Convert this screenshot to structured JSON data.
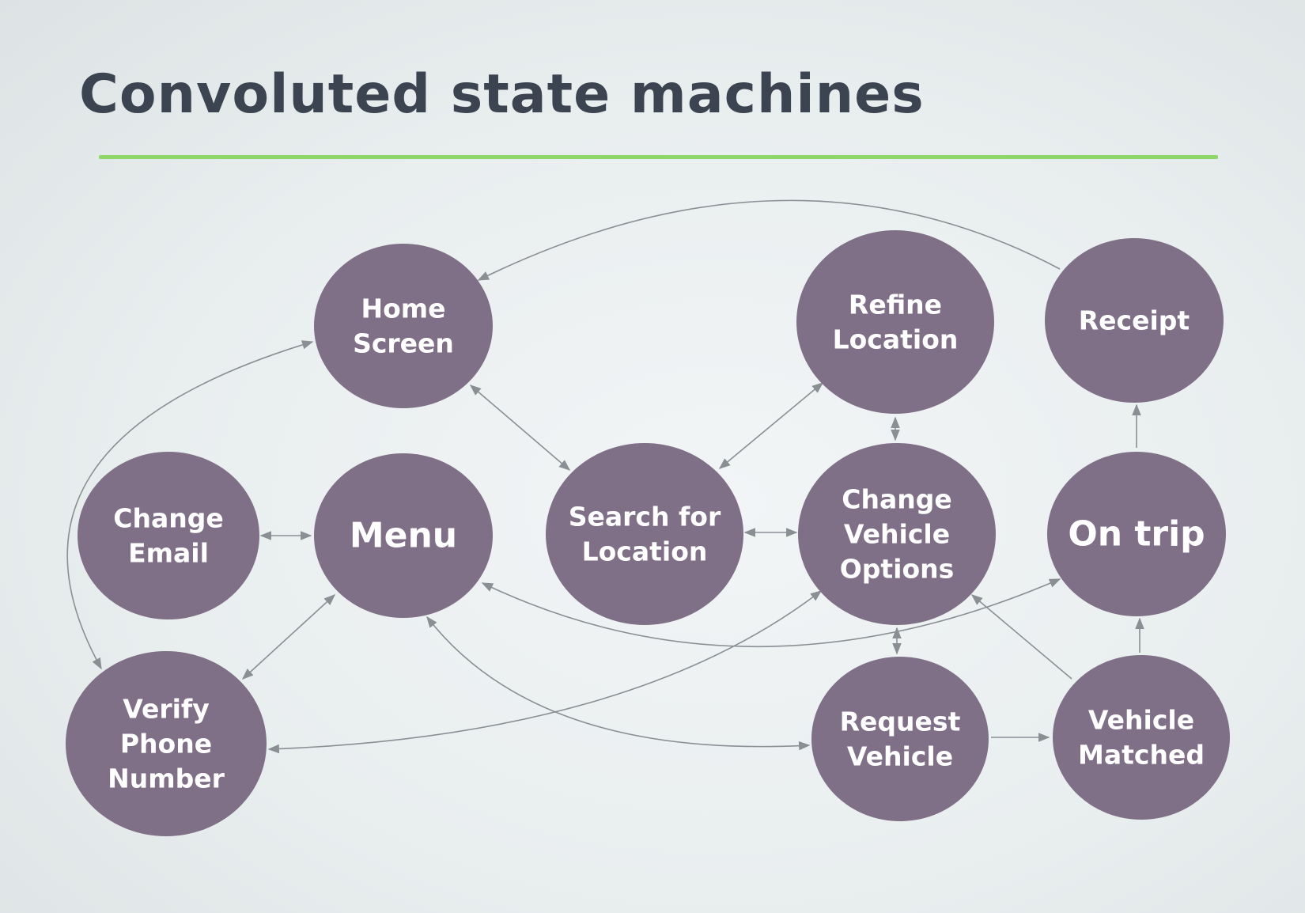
{
  "slide": {
    "title": "Convoluted state machines"
  },
  "colors": {
    "accent_rule": "#8fd66a",
    "node_fill": "#7f7087",
    "node_text": "#ffffff",
    "edge": "#8a8f94",
    "title_text": "#3b4450"
  },
  "nodes": {
    "home_screen": [
      "Home",
      "Screen"
    ],
    "refine_location": [
      "Refine",
      "Location"
    ],
    "receipt": [
      "Receipt"
    ],
    "change_email": [
      "Change",
      "Email"
    ],
    "menu": [
      "Menu"
    ],
    "search_location": [
      "Search for",
      "Location"
    ],
    "change_vehicle_options": [
      "Change",
      "Vehicle",
      "Options"
    ],
    "on_trip": [
      "On trip"
    ],
    "verify_phone": [
      "Verify",
      "Phone",
      "Number"
    ],
    "request_vehicle": [
      "Request",
      "Vehicle"
    ],
    "vehicle_matched": [
      "Vehicle",
      "Matched"
    ]
  },
  "edges": [
    {
      "from": "receipt",
      "to": "home_screen",
      "direction": "forward"
    },
    {
      "from": "home_screen",
      "to": "verify_phone",
      "direction": "both"
    },
    {
      "from": "home_screen",
      "to": "search_location",
      "direction": "both"
    },
    {
      "from": "search_location",
      "to": "refine_location",
      "direction": "both"
    },
    {
      "from": "refine_location",
      "to": "change_vehicle_options",
      "direction": "both"
    },
    {
      "from": "change_email",
      "to": "menu",
      "direction": "both"
    },
    {
      "from": "menu",
      "to": "verify_phone",
      "direction": "both"
    },
    {
      "from": "search_location",
      "to": "change_vehicle_options",
      "direction": "both"
    },
    {
      "from": "change_vehicle_options",
      "to": "request_vehicle",
      "direction": "both"
    },
    {
      "from": "menu",
      "to": "on_trip",
      "direction": "both"
    },
    {
      "from": "verify_phone",
      "to": "change_vehicle_options",
      "direction": "both"
    },
    {
      "from": "menu",
      "to": "request_vehicle",
      "direction": "both"
    },
    {
      "from": "request_vehicle",
      "to": "vehicle_matched",
      "direction": "forward"
    },
    {
      "from": "vehicle_matched",
      "to": "change_vehicle_options",
      "direction": "forward"
    },
    {
      "from": "vehicle_matched",
      "to": "on_trip",
      "direction": "forward"
    },
    {
      "from": "on_trip",
      "to": "receipt",
      "direction": "forward"
    }
  ]
}
